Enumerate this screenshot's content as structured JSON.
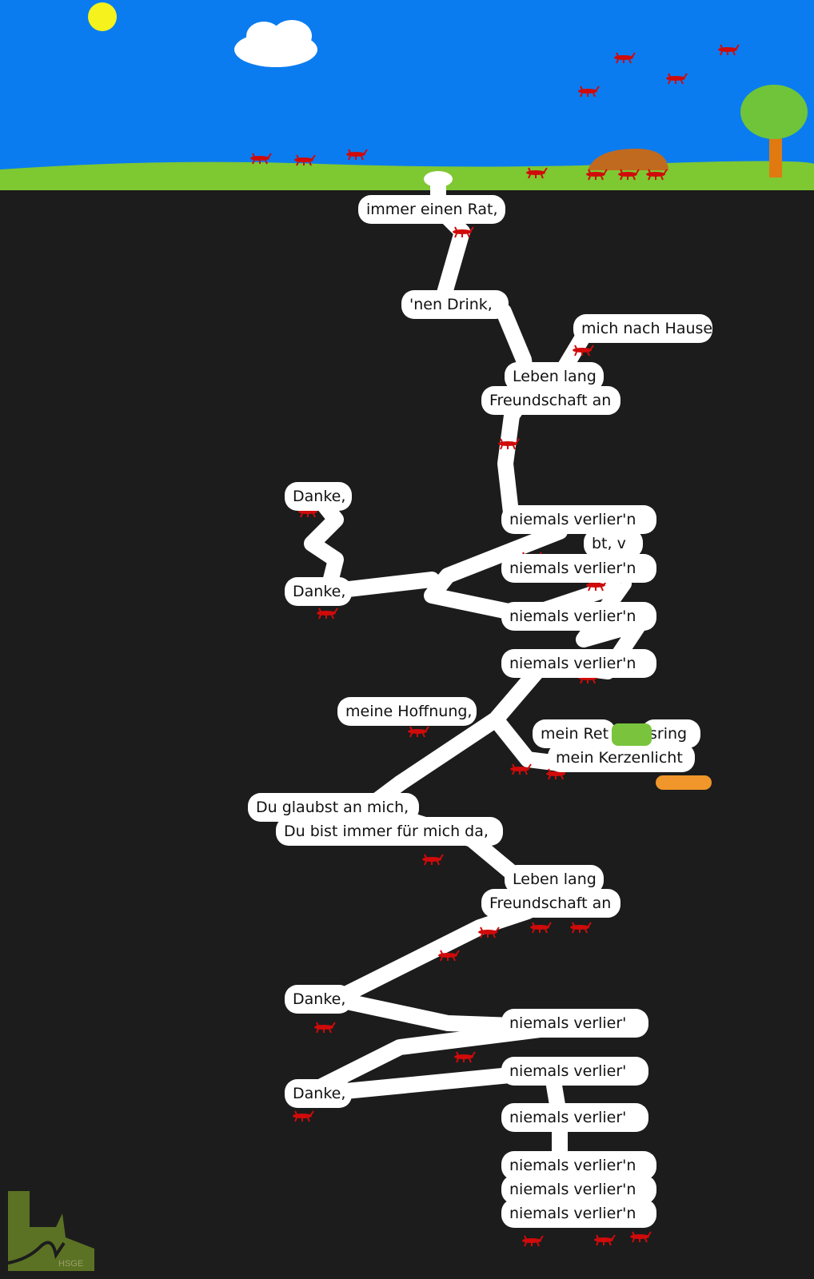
{
  "colors": {
    "sky": "#0a7cf0",
    "grass": "#7ec832",
    "underground": "#1c1c1c",
    "tunnel": "#ffffff",
    "ant": "#d10a0a",
    "sun": "#f6f21e",
    "logo": "#5b7224"
  },
  "labels": [
    "immer einen Rat,",
    "'nen Drink,",
    "mich nach Hause",
    "Leben lang",
    "Freundschaft an",
    "Danke,",
    "niemals verlier'n",
    "bt, v",
    "niemals verlier'n",
    "Danke,",
    "niemals verlier'n",
    "niemals verlier'n",
    "meine Hoffnung,",
    "mein Ret",
    "sring",
    "mein Kerzenlicht",
    "Du glaubst an mich,",
    "Du bist immer für mich da,",
    "Leben lang",
    "Freundschaft an",
    "Danke,",
    "niemals verlier'",
    "niemals verlier'",
    "Danke,",
    "niemals verlier'",
    "niemals verlier'n",
    "niemals verlier'n",
    "niemals verlier'n"
  ],
  "logo": {
    "text": "HSGE"
  },
  "icons": [
    "sun-icon",
    "cloud-icon",
    "tree-icon",
    "bread-icon",
    "ant-icon"
  ]
}
